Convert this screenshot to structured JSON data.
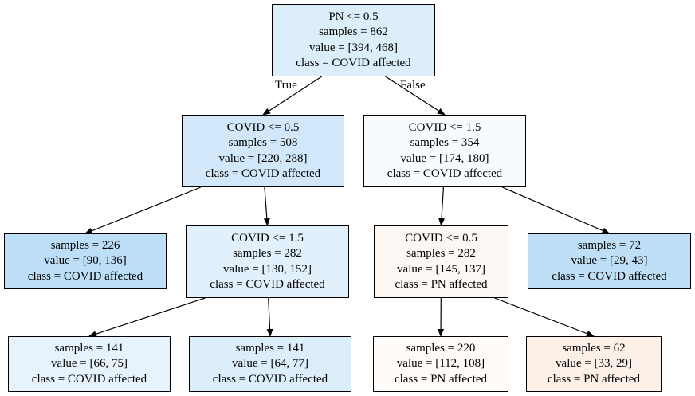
{
  "nodes": [
    {
      "lines": [
        "PN <= 0.5",
        "samples = 862",
        "value = [394, 468]",
        "class = COVID affected"
      ],
      "color": "#ddeefb"
    },
    {
      "lines": [
        "COVID <= 0.5",
        "samples = 508",
        "value = [220, 288]",
        "class = COVID affected"
      ],
      "color": "#d0e8f9"
    },
    {
      "lines": [
        "COVID <= 1.5",
        "samples = 354",
        "value = [174, 180]",
        "class = COVID affected"
      ],
      "color": "#f8fbfe"
    },
    {
      "lines": [
        "samples = 226",
        "value = [90, 136]",
        "class = COVID affected"
      ],
      "color": "#bcdef6"
    },
    {
      "lines": [
        "COVID <= 1.5",
        "samples = 282",
        "value = [130, 152]",
        "class = COVID affected"
      ],
      "color": "#e2f0fb"
    },
    {
      "lines": [
        "COVID <= 0.5",
        "samples = 282",
        "value = [145, 137]",
        "class = PN affected"
      ],
      "color": "#fef8f4"
    },
    {
      "lines": [
        "samples = 72",
        "value = [29, 43]",
        "class = COVID affected"
      ],
      "color": "#bedff6"
    },
    {
      "lines": [
        "samples = 141",
        "value = [66, 75]",
        "class = COVID affected"
      ],
      "color": "#e7f3fc"
    },
    {
      "lines": [
        "samples = 141",
        "value = [64, 77]",
        "class = COVID affected"
      ],
      "color": "#ddeefb"
    },
    {
      "lines": [
        "samples = 220",
        "value = [112, 108]",
        "class = PN affected"
      ],
      "color": "#fefbf8"
    },
    {
      "lines": [
        "samples = 62",
        "value = [33, 29]",
        "class = PN affected"
      ],
      "color": "#fcf0e7"
    }
  ],
  "edges": [
    [
      0,
      1
    ],
    [
      0,
      2
    ],
    [
      1,
      3
    ],
    [
      1,
      4
    ],
    [
      2,
      5
    ],
    [
      2,
      6
    ],
    [
      4,
      7
    ],
    [
      4,
      8
    ],
    [
      5,
      9
    ],
    [
      5,
      10
    ]
  ],
  "edge_labels": {
    "true_label": "True",
    "false_label": "False"
  }
}
